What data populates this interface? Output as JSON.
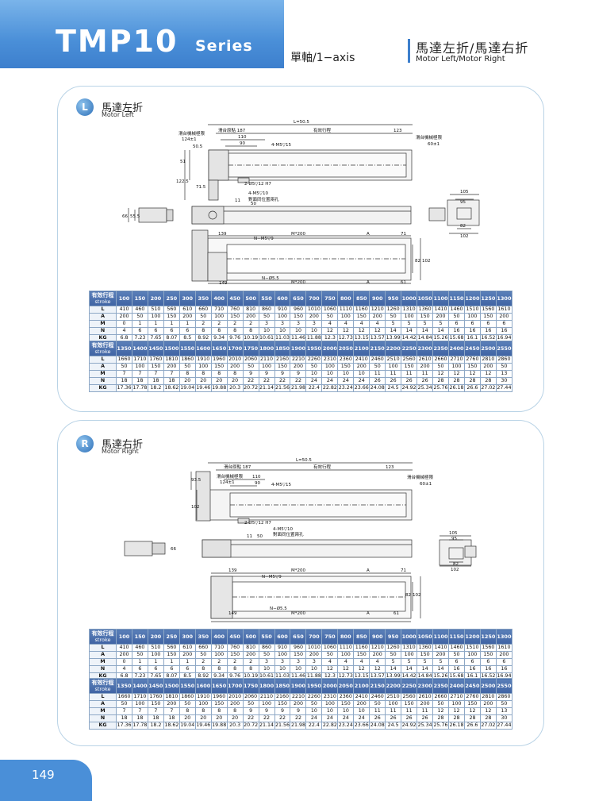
{
  "header": {
    "model": "TMP10",
    "series": "Series",
    "axis": "單軸/1−axis",
    "title_zh": "馬達左折/馬達右折",
    "title_en": "Motor Left/Motor Right"
  },
  "panels": [
    {
      "badge": "L",
      "title_zh": "馬達左折",
      "title_en": "Motor Left",
      "dims": {
        "total": "L=50.5",
        "slide_origin": "滑台原點 187",
        "stroke": "有效行程",
        "right_off": "123",
        "mech_left": "滑台機械極限",
        "mech_left_val": "124±1",
        "mech_right": "滑台機械極限",
        "mech_right_val": "60±1",
        "d110": "110",
        "d90": "90",
        "d50_5": "50.5",
        "holes_top": "4-M5▽15",
        "d51": "51",
        "d122_5": "122.5",
        "d71_5": "71.5",
        "pin": "2-Ø5▽12 H7",
        "holes_10": "4-M5▽10",
        "holes_note": "對面同位置兩孔",
        "d11": "11",
        "d50": "50",
        "d66": "66",
        "d55_5": "55.5",
        "d105": "105",
        "d95": "95",
        "d82": "82",
        "d102": "102",
        "d139": "139",
        "nm5": "N−M5▽9",
        "m200": "M*200",
        "a": "A",
        "d71": "71",
        "d149": "149",
        "n55": "N−Ø5.5",
        "m200b": "M*200",
        "a2": "A",
        "d61": "61",
        "d82v": "82",
        "d102v": "102"
      }
    },
    {
      "badge": "R",
      "title_zh": "馬達右折",
      "title_en": "Motor Right",
      "dims": {
        "total": "L=50.5",
        "slide_origin": "滑台原點 187",
        "stroke": "有效行程",
        "right_off": "123",
        "mech_left": "滑台機械極限",
        "mech_left_val": "124±1",
        "mech_right": "滑台機械極限",
        "mech_right_val": "60±1",
        "d110": "110",
        "d90": "90",
        "holes_top": "4-M5▽15",
        "d93_5": "93.5",
        "d102": "102",
        "pin": "2-Ø5▽12 H7",
        "holes_10": "4-M5▽10",
        "holes_note": "對面同位置兩孔",
        "d11": "11",
        "d50": "50",
        "d66": "66",
        "d105": "105",
        "d95": "95",
        "d82": "82",
        "d102b": "102",
        "d139": "139",
        "nm5": "N−M5▽9",
        "m200": "M*200",
        "a": "A",
        "d71": "71",
        "d149": "149",
        "n55": "N−Ø5.5",
        "m200b": "M*200",
        "a2": "A",
        "d61": "61",
        "d82v": "82",
        "d102v": "102"
      }
    }
  ],
  "table": {
    "label_zh": "有效行程",
    "label_en": "stroke",
    "rows": [
      "L",
      "A",
      "M",
      "N",
      "KG"
    ],
    "part1": {
      "stroke": [
        "100",
        "150",
        "200",
        "250",
        "300",
        "350",
        "400",
        "450",
        "500",
        "550",
        "600",
        "650",
        "700",
        "750",
        "800",
        "850",
        "900",
        "950",
        "1000",
        "1050",
        "1100",
        "1150",
        "1200",
        "1250",
        "1300"
      ],
      "L": [
        "410",
        "460",
        "510",
        "560",
        "610",
        "660",
        "710",
        "760",
        "810",
        "860",
        "910",
        "960",
        "1010",
        "1060",
        "1110",
        "1160",
        "1210",
        "1260",
        "1310",
        "1360",
        "1410",
        "1460",
        "1510",
        "1560",
        "1610"
      ],
      "A": [
        "200",
        "50",
        "100",
        "150",
        "200",
        "50",
        "100",
        "150",
        "200",
        "50",
        "100",
        "150",
        "200",
        "50",
        "100",
        "150",
        "200",
        "50",
        "100",
        "150",
        "200",
        "50",
        "100",
        "150",
        "200"
      ],
      "M": [
        "0",
        "1",
        "1",
        "1",
        "1",
        "2",
        "2",
        "2",
        "2",
        "3",
        "3",
        "3",
        "3",
        "4",
        "4",
        "4",
        "4",
        "5",
        "5",
        "5",
        "5",
        "6",
        "6",
        "6",
        "6"
      ],
      "N": [
        "4",
        "6",
        "6",
        "6",
        "6",
        "8",
        "8",
        "8",
        "8",
        "10",
        "10",
        "10",
        "10",
        "12",
        "12",
        "12",
        "12",
        "14",
        "14",
        "14",
        "14",
        "16",
        "16",
        "16",
        "16"
      ],
      "KG": [
        "6.8",
        "7.23",
        "7.65",
        "8.07",
        "8.5",
        "8.92",
        "9.34",
        "9.76",
        "10.19",
        "10.61",
        "11.03",
        "11.46",
        "11.88",
        "12.3",
        "12.73",
        "13.15",
        "13.57",
        "13.99",
        "14.42",
        "14.84",
        "15.26",
        "15.68",
        "16.1",
        "16.52",
        "16.94"
      ]
    },
    "part2": {
      "stroke": [
        "1350",
        "1400",
        "1450",
        "1500",
        "1550",
        "1600",
        "1650",
        "1700",
        "1750",
        "1800",
        "1850",
        "1900",
        "1950",
        "2000",
        "2050",
        "2100",
        "2150",
        "2200",
        "2250",
        "2300",
        "2350",
        "2400",
        "2450",
        "2500",
        "2550"
      ],
      "L": [
        "1660",
        "1710",
        "1760",
        "1810",
        "1860",
        "1910",
        "1960",
        "2010",
        "2060",
        "2110",
        "2160",
        "2210",
        "2260",
        "2310",
        "2360",
        "2410",
        "2460",
        "2510",
        "2560",
        "2610",
        "2660",
        "2710",
        "2760",
        "2810",
        "2860"
      ],
      "A": [
        "50",
        "100",
        "150",
        "200",
        "50",
        "100",
        "150",
        "200",
        "50",
        "100",
        "150",
        "200",
        "50",
        "100",
        "150",
        "200",
        "50",
        "100",
        "150",
        "200",
        "50",
        "100",
        "150",
        "200",
        "50"
      ],
      "M": [
        "7",
        "7",
        "7",
        "7",
        "8",
        "8",
        "8",
        "8",
        "9",
        "9",
        "9",
        "9",
        "10",
        "10",
        "10",
        "10",
        "11",
        "11",
        "11",
        "11",
        "12",
        "12",
        "12",
        "12",
        "13"
      ],
      "N": [
        "18",
        "18",
        "18",
        "18",
        "20",
        "20",
        "20",
        "20",
        "22",
        "22",
        "22",
        "22",
        "24",
        "24",
        "24",
        "24",
        "26",
        "26",
        "26",
        "26",
        "28",
        "28",
        "28",
        "28",
        "30"
      ],
      "KG": [
        "17.36",
        "17.78",
        "18.2",
        "18.62",
        "19.04",
        "19.46",
        "19.88",
        "20.3",
        "20.72",
        "21.14",
        "21.56",
        "21.98",
        "22.4",
        "22.82",
        "23.24",
        "23.66",
        "24.08",
        "24.5",
        "24.92",
        "25.34",
        "25.76",
        "26.18",
        "26.6",
        "27.02",
        "27.44"
      ]
    }
  },
  "footer": {
    "page": "149"
  },
  "colors": {
    "brand_blue": "#4a8fd8",
    "table_header": "#4a6aa8",
    "panel_border": "#b9d3e6"
  }
}
